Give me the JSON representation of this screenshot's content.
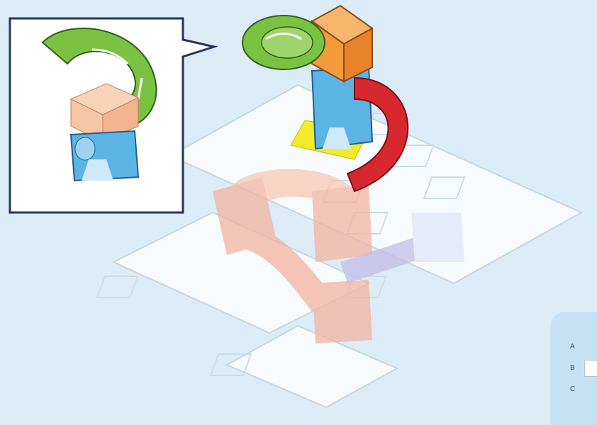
{
  "legend": {
    "letters": [
      "A",
      "B",
      "C"
    ]
  },
  "colors": {
    "background": "#dcecf7",
    "callout_border": "#23355f",
    "spiral_green": "#7cc242",
    "orange_cube": "#f39a3a",
    "blue_base": "#5bb3e6",
    "red_curve": "#d6282e",
    "yellow_tile": "#f4ea2a",
    "ghost_salmon": "#f2b4a0",
    "ghost_lavender": "#c3bde6",
    "grid_tile": "#ffffff"
  },
  "parts": {
    "icons": [
      "green-spiral-piece",
      "orange-cube",
      "blue-support-base",
      "red-curved-rail",
      "yellow-tile",
      "ghost-salmon-track",
      "ghost-lavender-rail",
      "base-grid"
    ]
  }
}
